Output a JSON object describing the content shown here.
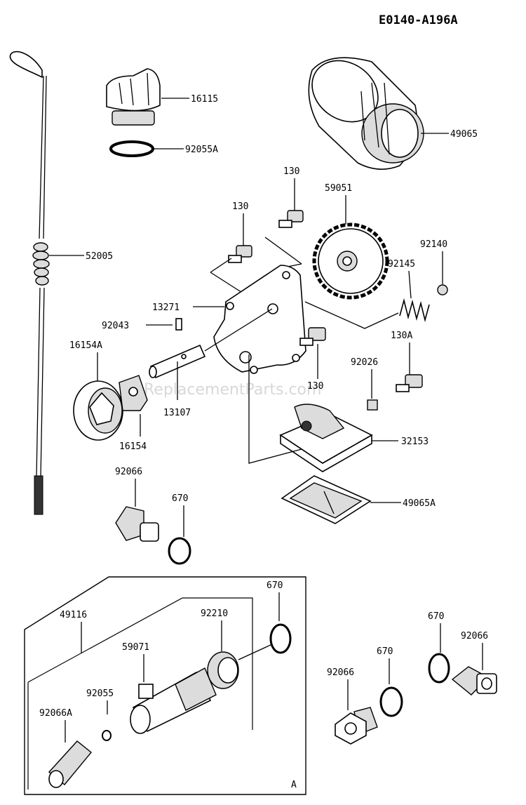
{
  "diagram": {
    "code": "E0140-A196A",
    "watermark": "ReplacementParts.com",
    "inset_marker": "A",
    "parts": {
      "p16115": "16115",
      "p92055A": "92055A",
      "p49065": "49065",
      "p52005": "52005",
      "p130a": "130",
      "p130b": "130",
      "p130c": "130",
      "p130A": "130A",
      "p59051": "59051",
      "p92140": "92140",
      "p92145": "92145",
      "p13271": "13271",
      "p92043": "92043",
      "p16154A": "16154A",
      "p13107": "13107",
      "p16154": "16154",
      "p92026": "92026",
      "p32153": "32153",
      "p92066a": "92066",
      "p670a": "670",
      "p49065A": "49065A",
      "p670b": "670",
      "p49116": "49116",
      "p92210": "92210",
      "p59071": "59071",
      "p92055": "92055",
      "p92066A": "92066A",
      "p670c": "670",
      "p670d": "670",
      "p92066b": "92066",
      "p92066c": "92066"
    }
  }
}
